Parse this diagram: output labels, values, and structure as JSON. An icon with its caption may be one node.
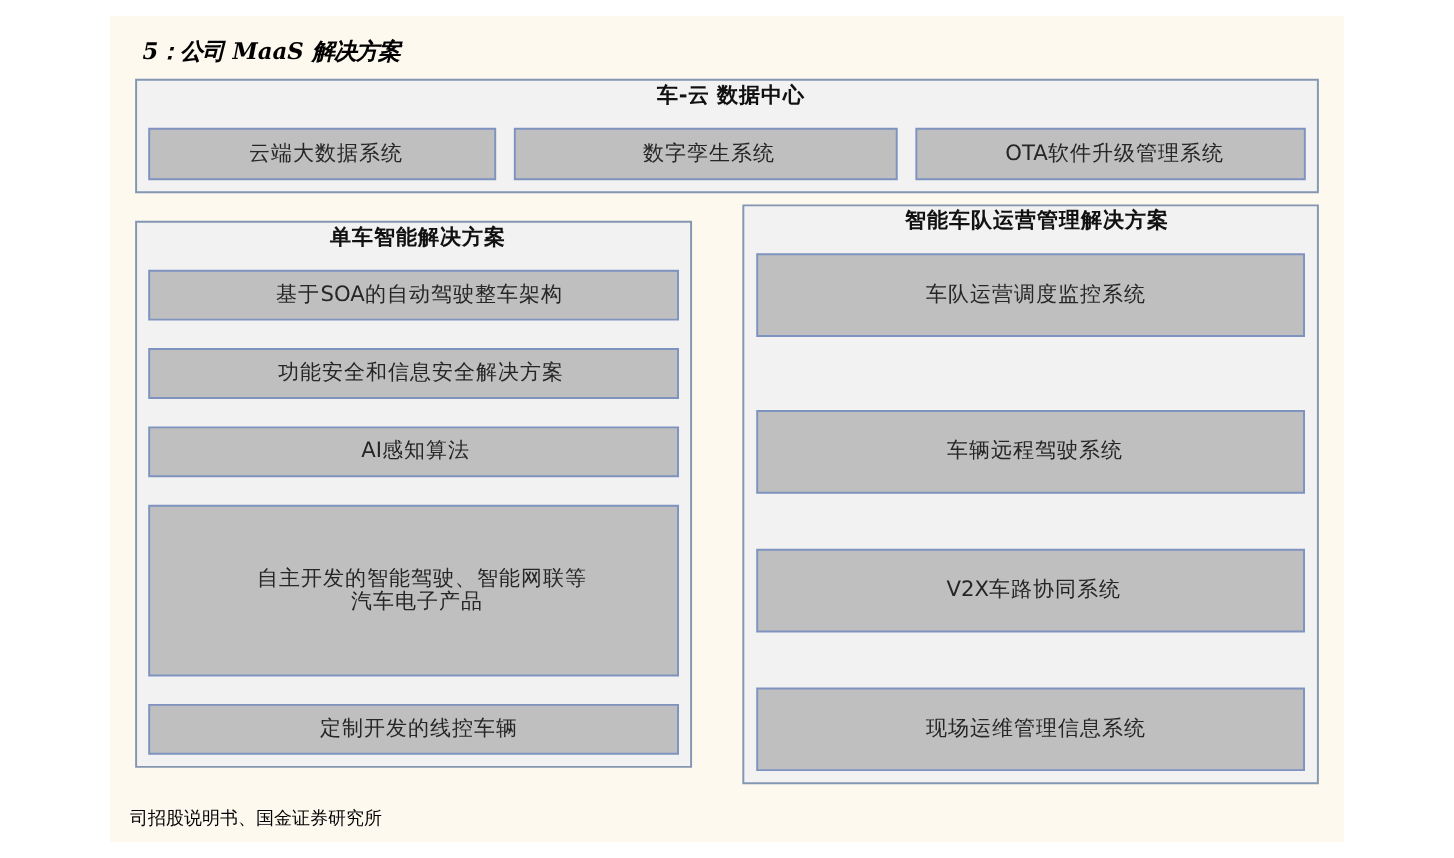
{
  "diagram": {
    "title": "5：公司 MaaS 解决方案",
    "caption": "司招股说明书、国金证券研究所",
    "nodes": [
      {
        "text": [
          "车-云 数据中心"
        ]
      },
      {
        "text": [
          "云端大数据系统"
        ],
        "in": 0
      },
      {
        "text": [
          "数字孪生系统"
        ],
        "in": 0
      },
      {
        "text": [
          "OTA软件升级管理系统"
        ],
        "in": 0
      },
      {
        "text": [
          "单车智能解决方案"
        ]
      },
      {
        "text": [
          "基于SOA的自动驾驶整车架构"
        ],
        "in": 4
      },
      {
        "text": [
          "功能安全和信息安全解决方案"
        ],
        "in": 4
      },
      {
        "text": [
          "AI感知算法"
        ],
        "in": 4
      },
      {
        "text": [
          "自主开发的智能驾驶、智能网联等汽车电子产品"
        ],
        "in": 4
      },
      {
        "text": [
          "定制开发的线控车辆"
        ],
        "in": 4
      },
      {
        "text": [
          "智能车队运营管理解决方案"
        ]
      },
      {
        "text": [
          "车队运营调度监控系统"
        ],
        "in": 10
      },
      {
        "text": [
          "车辆远程驾驶系统"
        ],
        "in": 10
      },
      {
        "text": [
          "V2X车路协同系统"
        ],
        "in": 10
      },
      {
        "text": [
          "现场运维管理信息系统"
        ],
        "in": 10
      }
    ]
  }
}
